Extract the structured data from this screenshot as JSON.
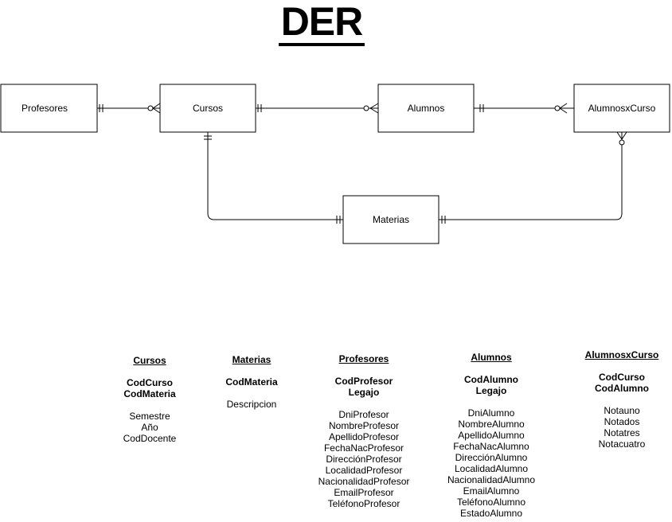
{
  "page_title": "DER",
  "entities": {
    "profesores": "Profesores",
    "cursos": "Cursos",
    "alumnos": "Alumnos",
    "alumnosxcurso": "AlumnosxCurso",
    "materias": "Materias"
  },
  "relationships": [
    {
      "from": "Profesores",
      "to": "Cursos",
      "from_card": "one-and-only-one",
      "to_card": "zero-or-many"
    },
    {
      "from": "Cursos",
      "to": "Alumnos",
      "from_card": "one-and-only-one",
      "to_card": "zero-or-many"
    },
    {
      "from": "Alumnos",
      "to": "AlumnosxCurso",
      "from_card": "one-and-only-one",
      "to_card": "zero-or-many"
    },
    {
      "from": "Cursos",
      "to": "Materias",
      "from_card": "one-and-only-one",
      "to_card": "one-and-only-one"
    },
    {
      "from": "Materias",
      "to": "AlumnosxCurso",
      "from_card": "one-and-only-one",
      "to_card": "zero-or-many"
    }
  ],
  "tables": {
    "cursos": {
      "name": "Cursos",
      "keys": [
        "CodCurso",
        "CodMateria"
      ],
      "fields": [
        "Semestre",
        "Año",
        "CodDocente"
      ]
    },
    "materias": {
      "name": "Materias",
      "keys": [
        "CodMateria"
      ],
      "fields": [
        "Descripcion"
      ]
    },
    "profesores": {
      "name": "Profesores",
      "keys": [
        "CodProfesor",
        "Legajo"
      ],
      "fields": [
        "DniProfesor",
        "NombreProfesor",
        "ApellidoProfesor",
        "FechaNacProfesor",
        "DirecciónProfesor",
        "LocalidadProfesor",
        "NacionalidadProfesor",
        "EmailProfesor",
        "TeléfonoProfesor"
      ]
    },
    "alumnos": {
      "name": "Alumnos",
      "keys": [
        "CodAlumno",
        "Legajo"
      ],
      "fields": [
        "DniAlumno",
        "NombreAlumno",
        "ApellidoAlumno",
        "FechaNacAlumno",
        "DirecciónAlumno",
        "LocalidadAlumno",
        "NacionalidadAlumno",
        "EmailAlumno",
        "TeléfonoAlumno",
        "EstadoAlumno"
      ]
    },
    "alumnosxcurso": {
      "name": "AlumnosxCurso",
      "keys": [
        "CodCurso",
        "CodAlumno"
      ],
      "fields": [
        "Notauno",
        "Notados",
        "Notatres",
        "Notacuatro"
      ]
    }
  }
}
